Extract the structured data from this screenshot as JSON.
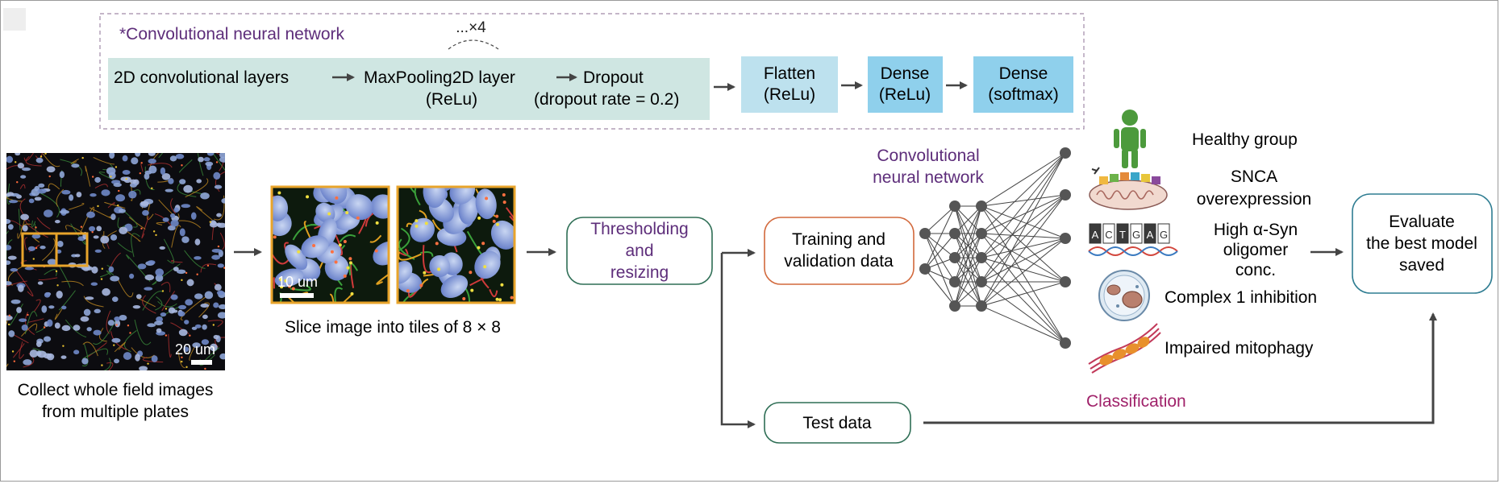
{
  "cnn_detail": {
    "title": "*Convolutional neural network",
    "repeat_label": "...×4",
    "conv_layers": "2D convolutional layers",
    "maxpool": {
      "line1": "MaxPooling2D layer",
      "line2": "(ReLu)"
    },
    "dropout": {
      "line1": "Dropout",
      "line2": "(dropout rate = 0.2)"
    },
    "flatten": {
      "line1": "Flatten",
      "line2": "(ReLu)"
    },
    "dense1": {
      "line1": "Dense",
      "line2": "(ReLu)"
    },
    "dense2": {
      "line1": "Dense",
      "line2": "(softmax)"
    }
  },
  "microscopy": {
    "scale_whole": "20 um",
    "caption_line1": "Collect whole field images",
    "caption_line2": "from multiple plates"
  },
  "tiles": {
    "scale_tile": "10 um",
    "caption": "Slice image into tiles of 8 × 8"
  },
  "thresholding": {
    "line1": "Thresholding",
    "line2": "and",
    "line3": "resizing"
  },
  "training": {
    "line1": "Training and",
    "line2": "validation data"
  },
  "test": {
    "label": "Test data"
  },
  "network": {
    "line1": "Convolutional",
    "line2": "neural network"
  },
  "classes": {
    "healthy": "Healthy group",
    "snca": {
      "line1": "SNCA",
      "line2": "overexpression"
    },
    "oligomer": {
      "line1": "High α-Syn",
      "line2": "oligomer",
      "line3": "conc."
    },
    "complex1": "Complex 1 inhibition",
    "mitophagy": "Impaired mitophagy",
    "classification": "Classification",
    "dna_letters": [
      "A",
      "C",
      "T",
      "G",
      "A",
      "G"
    ]
  },
  "evaluate": {
    "line1": "Evaluate",
    "line2": "the best model",
    "line3": "saved"
  },
  "colors": {
    "teal_block": "#cfe6e2",
    "light_blue_block": "#bde1ee",
    "blue_block": "#8fd0ec",
    "purple_text": "#5d2d7a",
    "magenta_text": "#a0226a",
    "green_border": "#2e6e55",
    "orange_border": "#d2693c",
    "teal_border": "#2f7d92",
    "arrow": "#444444",
    "tile_frame": "#e8a42b"
  }
}
